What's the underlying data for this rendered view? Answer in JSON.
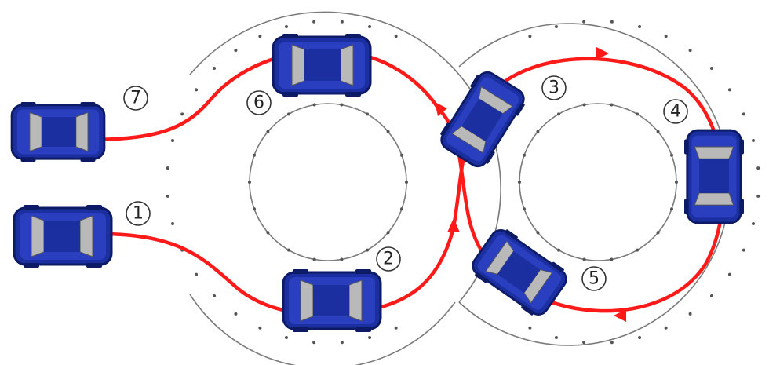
{
  "colors": {
    "path": "#ff1a1a",
    "car_body": "#1c2fa0",
    "car_outline": "#0d1a66",
    "car_window": "#b9b9b9",
    "track": "#7a7a7a"
  },
  "labels": [
    "1",
    "2",
    "3",
    "4",
    "5",
    "6",
    "7"
  ],
  "cars": [
    {
      "name": "car-position-1",
      "label": "1"
    },
    {
      "name": "car-position-2",
      "label": "2"
    },
    {
      "name": "car-position-3",
      "label": "3"
    },
    {
      "name": "car-position-4",
      "label": "4"
    },
    {
      "name": "car-position-5",
      "label": "5"
    },
    {
      "name": "car-position-6",
      "label": "6"
    },
    {
      "name": "car-position-7",
      "label": "7"
    }
  ]
}
